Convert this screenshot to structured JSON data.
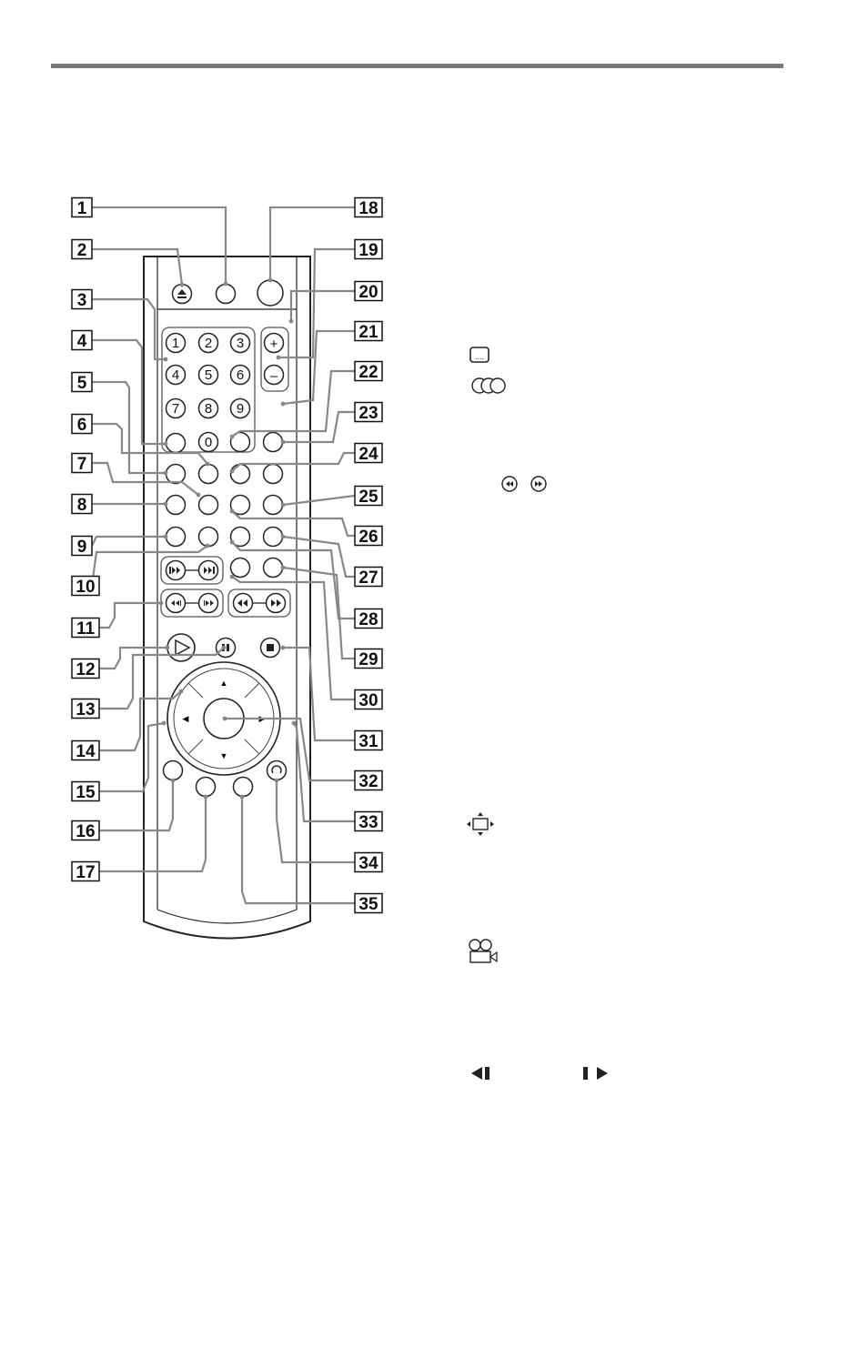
{
  "numbered_labels": [
    "1",
    "2",
    "3",
    "4",
    "5",
    "6",
    "7",
    "8",
    "9",
    "10",
    "11",
    "12",
    "13",
    "14",
    "15",
    "16",
    "17",
    "18",
    "19",
    "20",
    "21",
    "22",
    "23",
    "24",
    "25",
    "26",
    "27",
    "28",
    "29",
    "30",
    "31",
    "32",
    "33",
    "34",
    "35"
  ],
  "number_keys": [
    "1",
    "2",
    "3",
    "4",
    "5",
    "6",
    "7",
    "8",
    "9",
    "0"
  ],
  "volume_keys": {
    "plus": "+",
    "minus": "–"
  },
  "icons": [
    "subtitle-icon",
    "audio-icon",
    "scan-rewind-fastforward-icon",
    "angle-icon",
    "replay-camera-icon",
    "slow-back-icon",
    "slow-forward-icon"
  ]
}
